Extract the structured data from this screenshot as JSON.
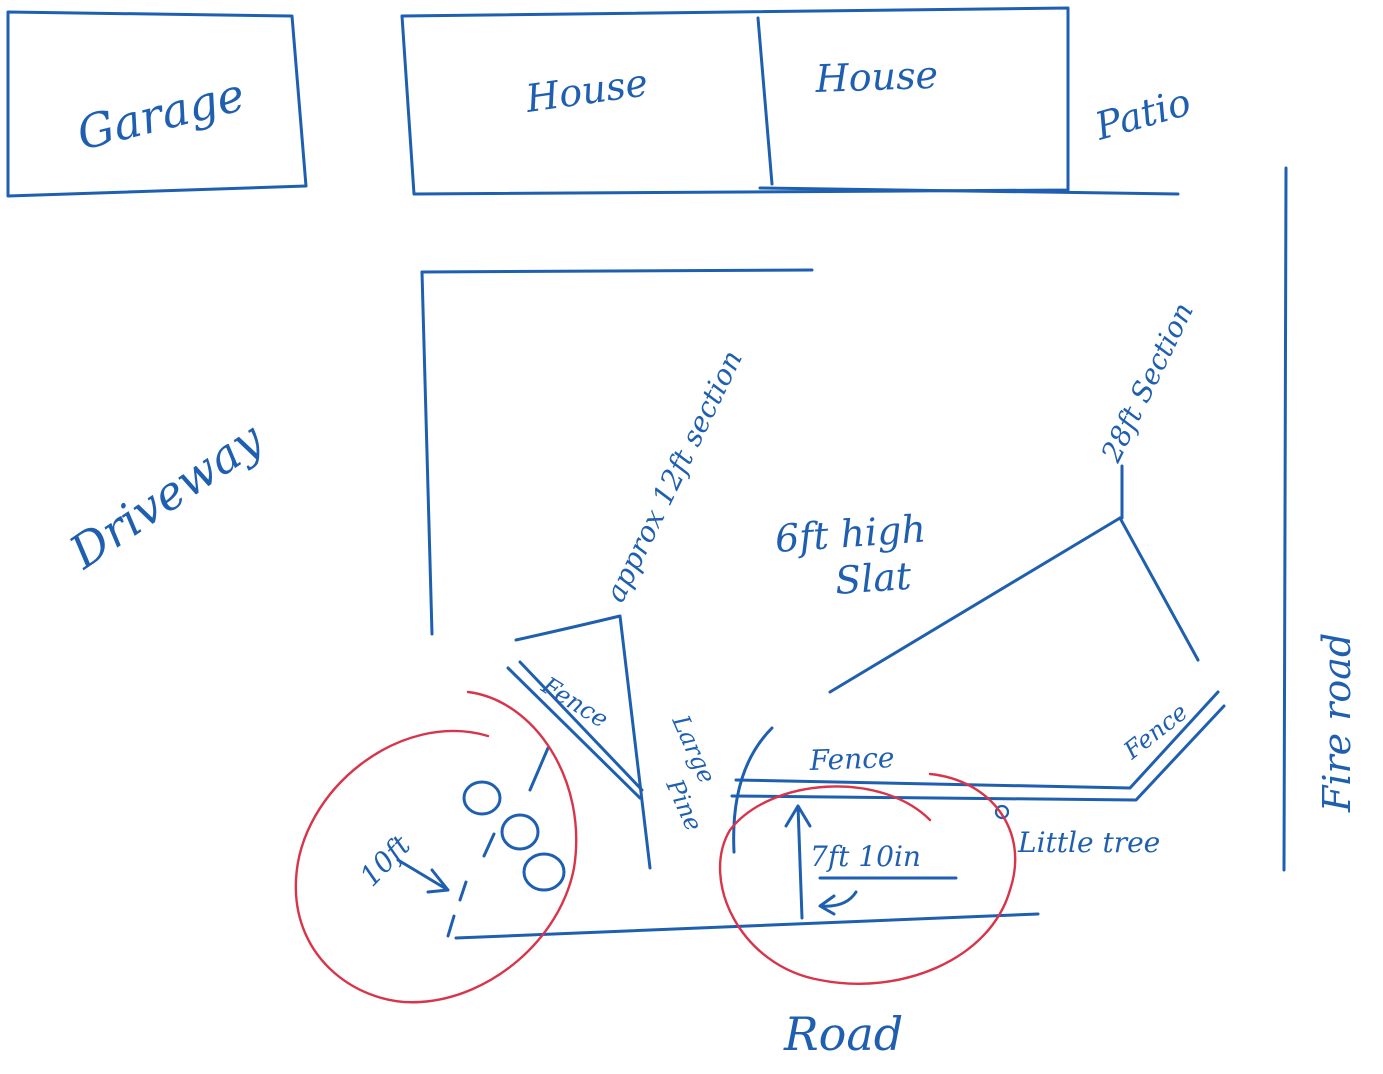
{
  "colors": {
    "ink": "#1f5fb0",
    "highlight": "#d8344a",
    "paper": "#ffffff"
  },
  "labels": {
    "garage": "Garage",
    "house_left": "House",
    "house_right": "House",
    "patio": "Patio",
    "driveway": "Driveway",
    "section_left": "approx 12ft section",
    "section_right": "28ft Section",
    "slat_line1": "6ft high",
    "slat_line2": "Slat",
    "fire_road": "Fire road",
    "fence_left": "Fence",
    "fence_mid": "Fence",
    "fence_right": "Fence",
    "large_pine_line1": "Large",
    "large_pine_line2": "Pine",
    "little_tree": "Little tree",
    "dim_left": "10ft",
    "dim_mid": "7ft 10in",
    "road": "Road"
  }
}
